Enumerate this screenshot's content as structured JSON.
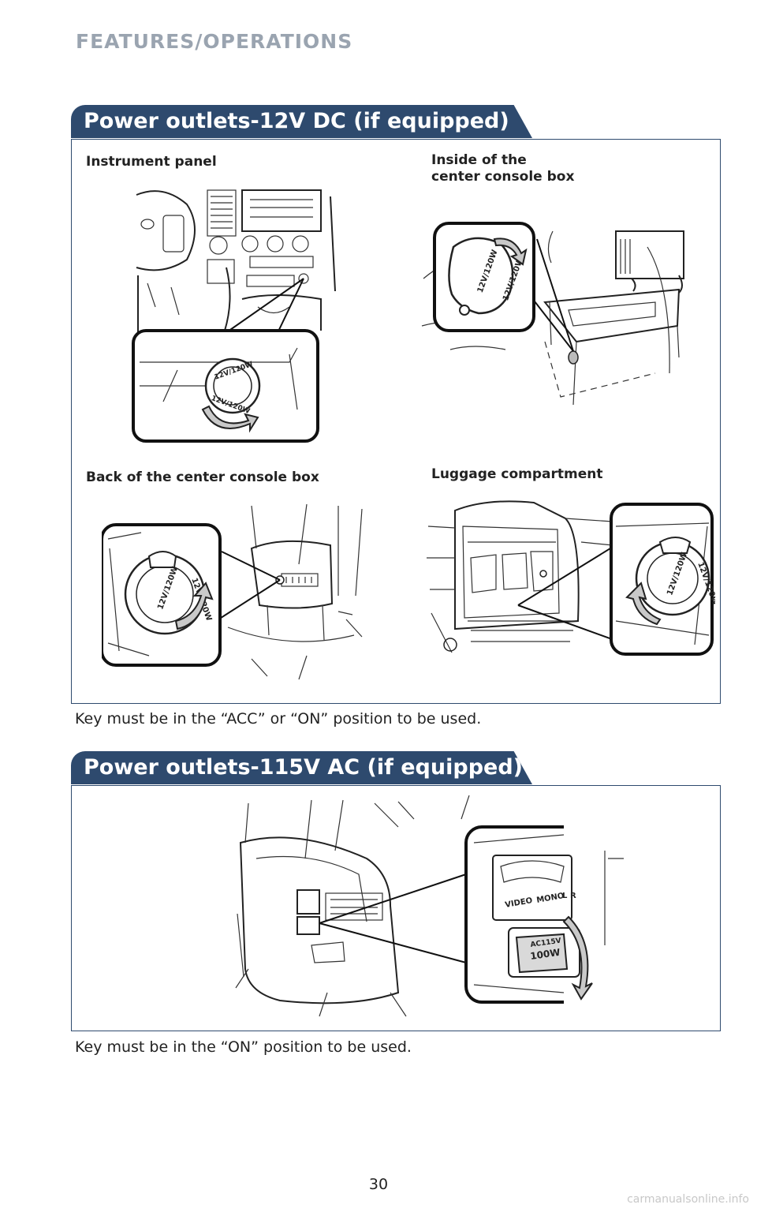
{
  "page": {
    "section_title": "FEATURES/OPERATIONS",
    "page_number": "30",
    "watermark": "carmanualsonline.info"
  },
  "dc_section": {
    "title": "Power outlets-12V DC (if equipped)",
    "labels": {
      "instrument_panel": "Instrument panel",
      "inside_console_line1": "Inside of the",
      "inside_console_line2": "center console box",
      "back_console": "Back of the center console box",
      "luggage": "Luggage compartment"
    },
    "engraving": "12V/120W",
    "note": "Key must be in the “ACC” or “ON” position to be used."
  },
  "ac_section": {
    "title": "Power outlets-115V AC (if equipped)",
    "engraving_top": "AC115V",
    "engraving_bottom": "100W",
    "av_label_video": "VIDEO",
    "av_label_mono": "MONO",
    "av_label_l": "L",
    "av_label_r": "R",
    "note": "Key must be in the “ON” position to be used."
  }
}
